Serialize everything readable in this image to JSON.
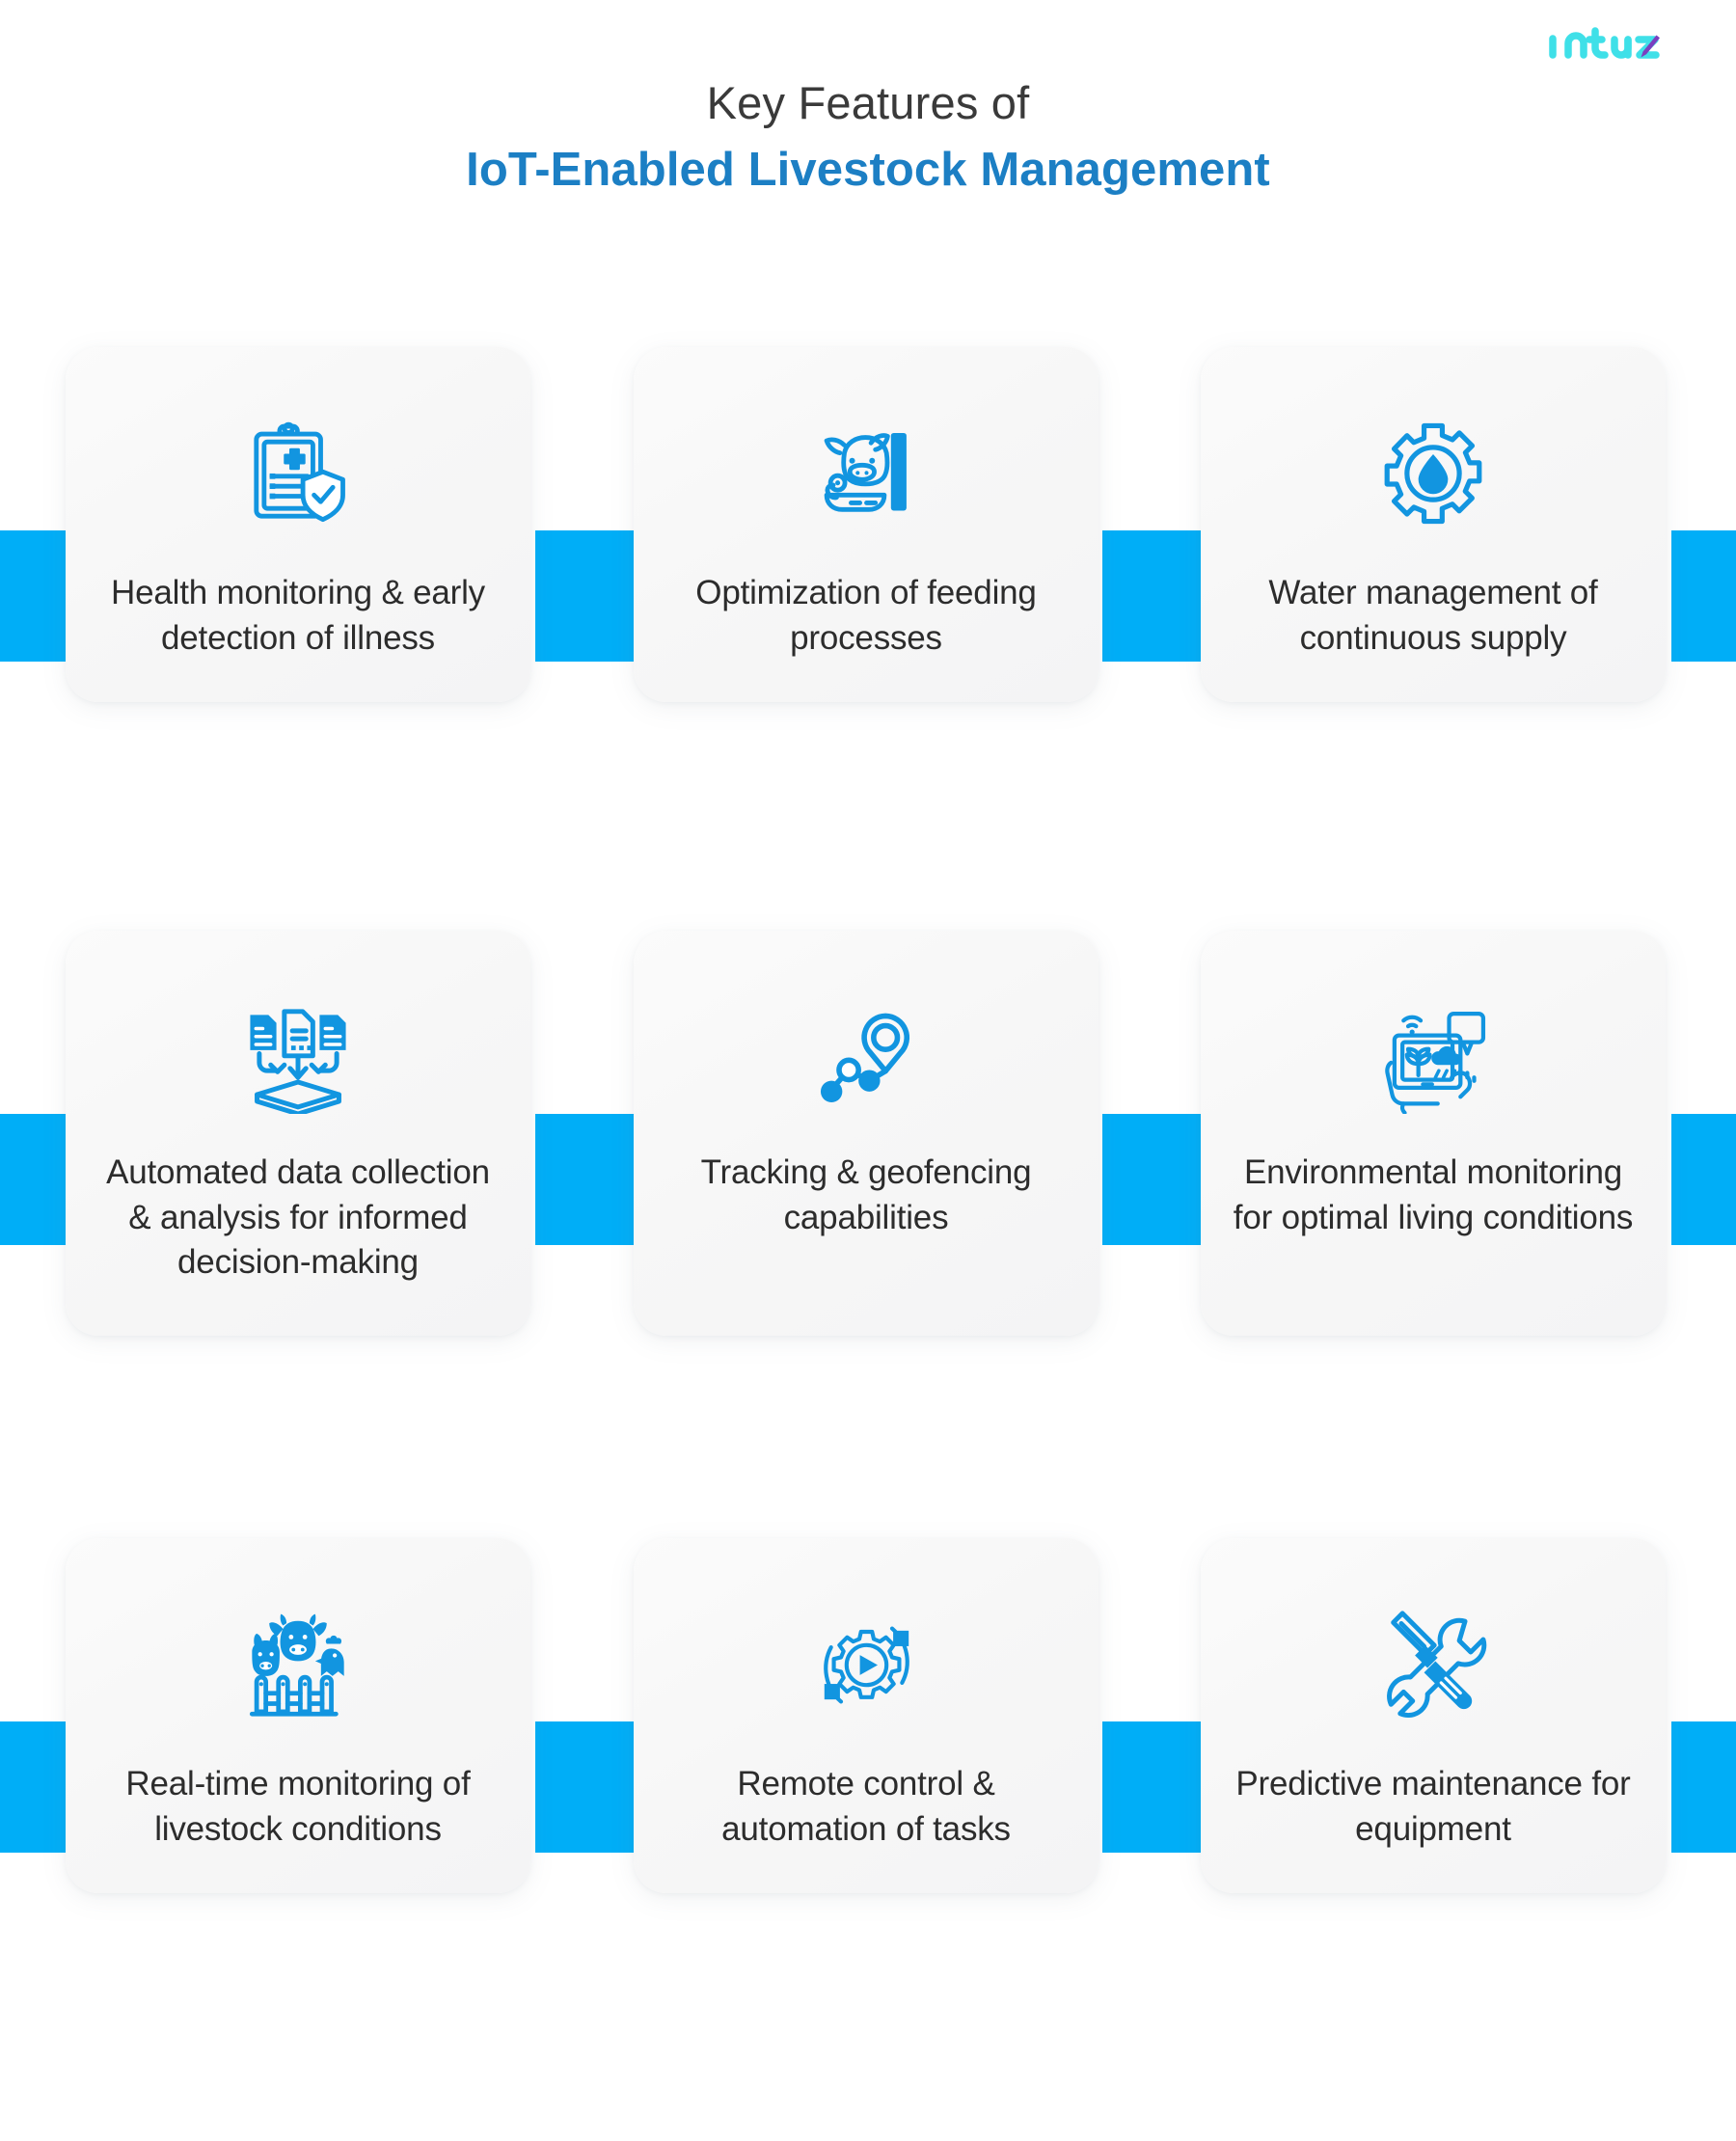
{
  "brand": {
    "logo_text": "Intuz",
    "logo_color": "#3FE0E8",
    "logo_accent_color": "#7B3FBF"
  },
  "header": {
    "title_line1": "Key Features of",
    "title_line2": "IoT-Enabled Livestock Management",
    "title_line1_color": "#3a3a3a",
    "title_line2_color": "#1c7fc4"
  },
  "theme": {
    "accent_bar_color": "#00AEF7",
    "icon_color": "#1295E0",
    "card_background": "#f7f7f8",
    "page_background": "#ffffff"
  },
  "features": [
    {
      "id": "health-monitoring",
      "icon": "medical-clipboard-shield-icon",
      "label": "Health monitoring & early detection of illness"
    },
    {
      "id": "feeding-optimization",
      "icon": "cow-feeding-trough-icon",
      "label": "Optimization of feeding processes"
    },
    {
      "id": "water-management",
      "icon": "gear-water-drop-icon",
      "label": "Water management of continuous supply"
    },
    {
      "id": "automated-data",
      "icon": "documents-to-storage-icon",
      "label": "Automated data collection & analysis for informed decision-making"
    },
    {
      "id": "tracking-geofencing",
      "icon": "map-pin-route-icon",
      "label": "Tracking & geofencing capabilities"
    },
    {
      "id": "environmental-monitoring",
      "icon": "tablet-plant-weather-icon",
      "label": "Environmental monitoring for optimal living conditions"
    },
    {
      "id": "realtime-monitoring",
      "icon": "farm-animals-fence-icon",
      "label": "Real-time monitoring of livestock conditions"
    },
    {
      "id": "remote-control",
      "icon": "gear-play-orbit-icon",
      "label": "Remote control & automation of tasks"
    },
    {
      "id": "predictive-maintenance",
      "icon": "wrench-screwdriver-icon",
      "label": "Predictive maintenance for equipment"
    }
  ]
}
